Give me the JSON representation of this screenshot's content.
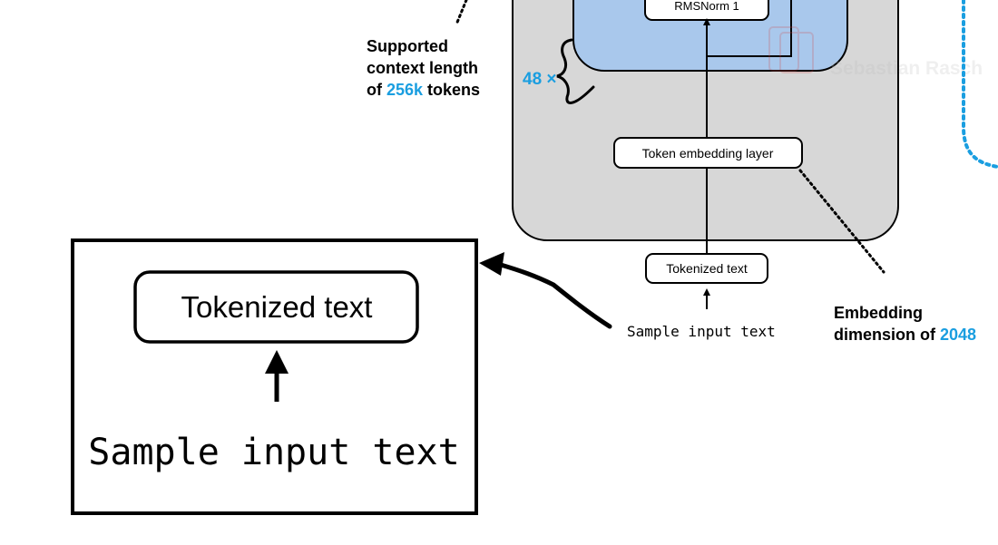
{
  "diagram": {
    "rmsnorm_label": "RMSNorm 1",
    "repeat_count": "48 ×",
    "context_note": {
      "line1": "Supported",
      "line2": "context length",
      "line3_prefix": "of ",
      "line3_value": "256k",
      "line3_suffix": " tokens"
    },
    "watermark": "Sebastian Rasch",
    "token_embedding_label": "Token embedding layer",
    "tokenized_text_label": "Tokenized text",
    "sample_input_label": "Sample input text",
    "embedding_note": {
      "line1": "Embedding",
      "line2_prefix": "dimension of ",
      "line2_value": "2048"
    }
  },
  "zoom_panel": {
    "tokenized_text_label": "Tokenized text",
    "sample_input_label": "Sample input text"
  },
  "colors": {
    "accent_blue": "#1a9ee0",
    "module_gray": "#d7d7d7",
    "block_blue": "#a9c8ec",
    "stroke": "#000000"
  }
}
